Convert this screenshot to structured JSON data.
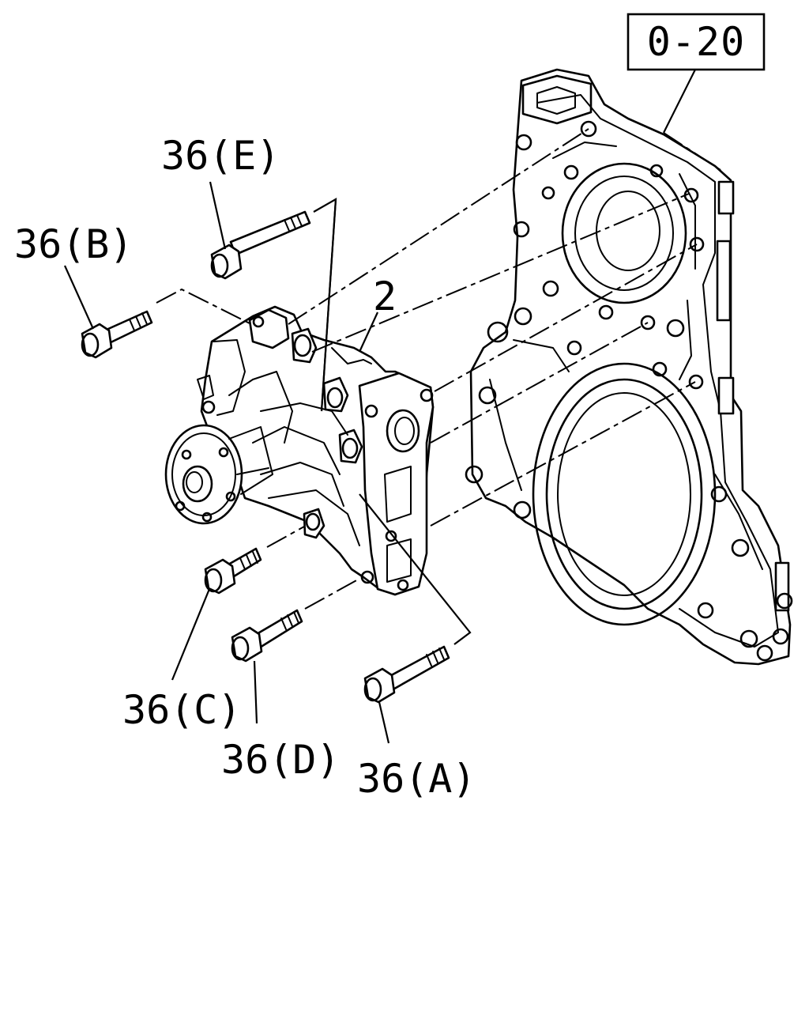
{
  "reference": {
    "label": "0-20"
  },
  "callouts": {
    "part_2": "2",
    "bolt_a": "36(A)",
    "bolt_b": "36(B)",
    "bolt_c": "36(C)",
    "bolt_d": "36(D)",
    "bolt_e": "36(E)"
  }
}
